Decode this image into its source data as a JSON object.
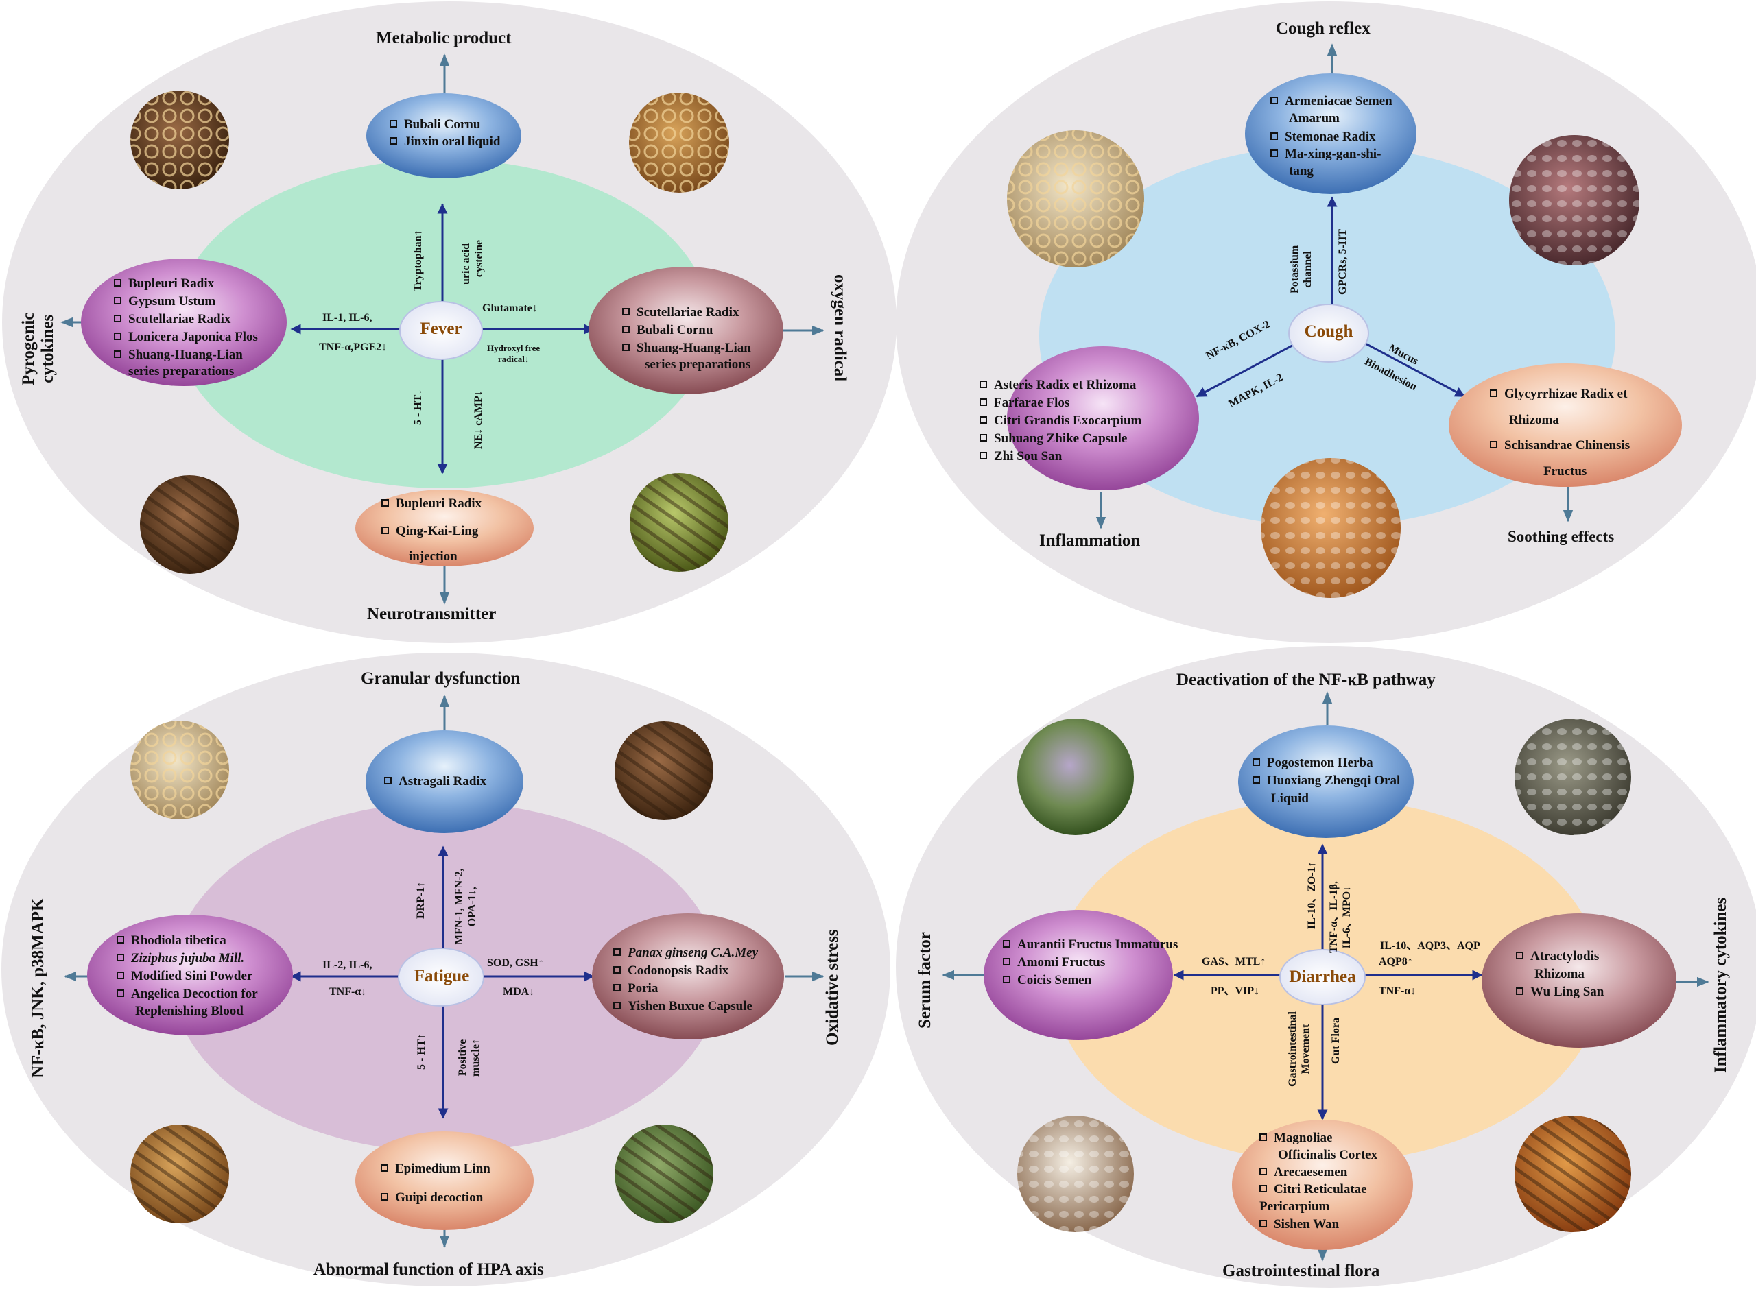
{
  "panels": [
    {
      "id": "fever",
      "center_label": "Fever",
      "outcomes": {
        "top": "Metabolic product",
        "bottom": "Neurotransmitter",
        "left": "Pyrogenic\ncytokines",
        "right": "oxygen radical"
      },
      "herbs": {
        "top": [
          "Bubali Cornu",
          "Jinxin oral liquid"
        ],
        "left": [
          "Bupleuri Radix",
          "Gypsum Ustum",
          "Scutellariae Radix",
          "Lonicera Japonica Flos",
          "Shuang-Huang-Lian",
          "series preparations"
        ],
        "right": [
          "Scutellariae Radix",
          "Bubali Cornu",
          "Shuang-Huang-Lian",
          "series preparations"
        ],
        "bottom": [
          "Bupleuri Radix",
          "Qing-Kai-Ling",
          "injection"
        ]
      },
      "annotations": {
        "up_left": "Tryptophan↑",
        "up_right": "uric acid　\ncysteine",
        "left_a": "IL-1, IL-6,",
        "left_b": "TNF-α,PGE2↓",
        "right_a": "Glutamate↓",
        "right_b": "Hydroxyl free\nradical↓",
        "down_left": "5 - HT↓",
        "down_right": "NE↓ cAMP↓"
      }
    },
    {
      "id": "cough",
      "center_label": "Cough",
      "outcomes": {
        "top": "Cough reflex",
        "left": "Inflammation",
        "right": "Soothing effects"
      },
      "herbs": {
        "top": [
          "Armeniacae Semen",
          "Amarum",
          "Stemonae Radix",
          "Ma-xing-gan-shi-",
          "tang"
        ],
        "left": [
          "Asteris Radix et Rhizoma",
          "Farfarae Flos",
          "Citri Grandis Exocarpium",
          "Suhuang Zhike Capsule",
          "Zhi Sou San"
        ],
        "right": [
          "Glycyrrhizae Radix et",
          "Rhizoma",
          "Schisandrae Chinensis",
          "Fructus"
        ]
      },
      "annotations": {
        "up_left": "Potassium\nchannel",
        "up_right": "GPCRs, 5-HT",
        "left_a": "NF-κB, COX-2",
        "left_b": "MAPK, IL-2",
        "right_a": "Mucus",
        "right_b": "Bioadhesion"
      }
    },
    {
      "id": "fatigue",
      "center_label": "Fatigue",
      "outcomes": {
        "top": "Granular dysfunction",
        "bottom": "Abnormal function of HPA axis",
        "left": "NF-κB, JNK, p38MAPK",
        "right": "Oxidative stress"
      },
      "herbs": {
        "top": [
          "Astragali Radix"
        ],
        "left": [
          "Rhodiola tibetica",
          "Ziziphus jujuba Mill.",
          "Modified Sini Powder",
          "Angelica Decoction for",
          "Replenishing Blood"
        ],
        "right": [
          "Panax ginseng C.A.Mey",
          "Codonopsis Radix",
          "Poria",
          "Yishen Buxue Capsule"
        ],
        "bottom": [
          "Epimedium Linn",
          "Guipi decoction"
        ]
      },
      "annotations": {
        "up_left": "DRP-1↑",
        "up_right": "MFN-1, MFN-2,\nOPA-1↓,",
        "left_a": "IL-2, IL-6,",
        "left_b": "TNF-α↓",
        "right_a": "SOD, GSH↑",
        "right_b": "MDA↓",
        "down_left": "5 - HT↑",
        "down_right": "Positive\nmuscle↑"
      }
    },
    {
      "id": "diarrhea",
      "center_label": "Diarrhea",
      "outcomes": {
        "top": "Deactivation of the NF-κB pathway",
        "bottom": "Gastrointestinal flora",
        "left": "Serum factor",
        "right": "Inflammatory cytokines"
      },
      "herbs": {
        "top": [
          "Pogostemon Herba",
          "Huoxiang Zhengqi Oral",
          "Liquid"
        ],
        "left": [
          "Aurantii Fructus Immaturus",
          "Amomi Fructus",
          "Coicis Semen"
        ],
        "right": [
          "Atractylodis",
          "Rhizoma",
          "Wu Ling San"
        ],
        "bottom": [
          "Magnoliae",
          "Officinalis Cortex",
          "Arecaesemen",
          "Citri Reticulatae",
          "Pericarpium",
          "Sishen Wan"
        ]
      },
      "annotations": {
        "up_left": "IL-10、ZO-1↑",
        "up_right": "TNF-α、IL-1β,\nIL-6、MPO↓",
        "left_a": "GAS、MTL↑",
        "left_b": "PP、VIP↓",
        "right_a": "IL-10、AQP3、AQP",
        "right_b": "AQP8↑",
        "right_c": "TNF-α↓",
        "down_left": "Gastrointestinal\nMovement",
        "down_right": "Gut Flora"
      }
    }
  ],
  "colors": {
    "panel_bg": "#e9e6e9",
    "fever_core": "#b3e8cf",
    "cough_core": "#bfe0f2",
    "fatigue_core": "#d8bed7",
    "diarrhea_core": "#fbdcae",
    "blue_node": "#4f86c6",
    "purple_node": "#a54aa8",
    "mauve_node": "#9a5a62",
    "peach_node": "#e9a882",
    "arrow_navy": "#1f2f8c",
    "arrow_gray": "#4f7a96",
    "center_text": "#8a4a08"
  }
}
